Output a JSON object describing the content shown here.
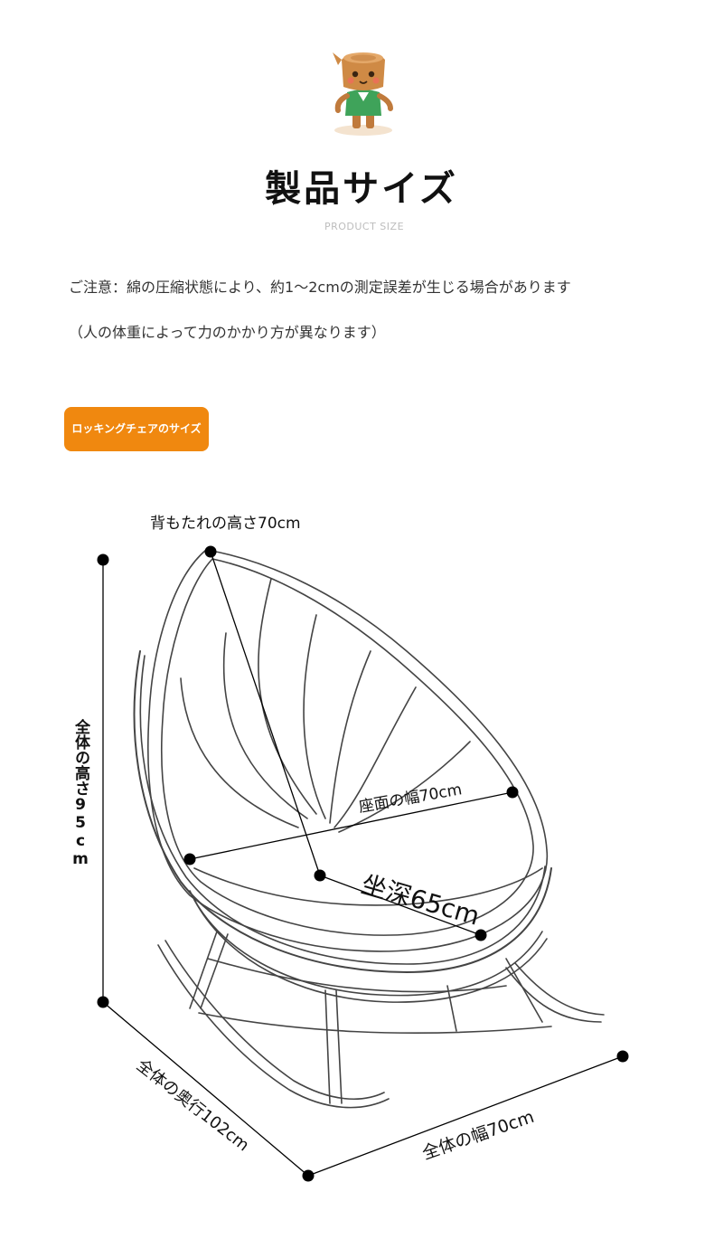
{
  "header": {
    "title": "製品サイズ",
    "subtitle": "PRODUCT SIZE"
  },
  "notes": [
    "ご注意：綿の圧縮状態により、約1～2cmの測定誤差が生じる場合があります",
    "（人の体重によって力のかかり方が異なります）"
  ],
  "section_badge": "ロッキングチェアのサイズ",
  "dimensions": {
    "backrest_height": "背もたれの高さ70cm",
    "total_height": "全体の高さ95cm",
    "seat_width": "座面の幅70cm",
    "seat_depth": "坐深65cm",
    "total_depth": "全体の奥行102cm",
    "total_width": "全体の幅70cm"
  },
  "icons": {
    "mascot": "tree-stump-mascot-icon"
  },
  "colors": {
    "accent": "#f0880f",
    "text": "#222222",
    "subtitle": "#bdbdbd"
  }
}
